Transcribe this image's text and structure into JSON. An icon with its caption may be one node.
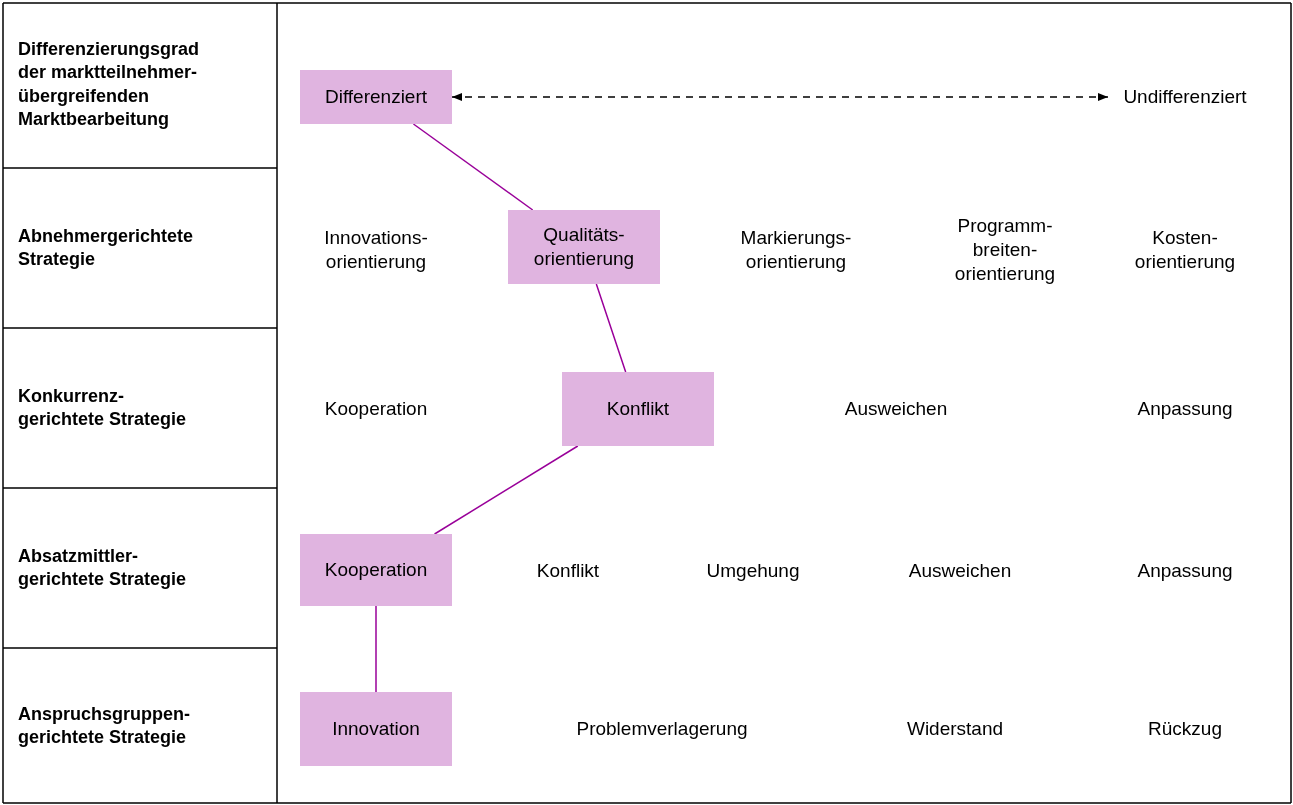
{
  "diagram": {
    "nodes": [
      {
        "text": [
          "Differenziert"
        ]
      },
      {
        "text": [
          "Undifferenziert"
        ]
      },
      {
        "text": [
          "Qualitäts- orientierung"
        ]
      },
      {
        "text": [
          "Konflikt"
        ]
      },
      {
        "text": [
          "Kooperation"
        ]
      },
      {
        "text": [
          "Innovation"
        ]
      }
    ],
    "edges": [
      {
        "from": 0,
        "to": 1,
        "arrow": "both",
        "style": "dashed",
        "color": "#000000"
      },
      {
        "from": 0,
        "to": 2,
        "arrow": "none"
      },
      {
        "from": 2,
        "to": 3,
        "arrow": "none"
      },
      {
        "from": 3,
        "to": 4,
        "arrow": "none"
      },
      {
        "from": 4,
        "to": 5,
        "arrow": "none"
      }
    ],
    "labels": [
      "Differenzierungsgrad der marktteilnehmer- übergreifenden Marktbearbeitung",
      "Abnehmergerichtete Strategie",
      "Innovations- orientierung",
      "Markierungs- orientierung",
      "Programm- breiten- orientierung",
      "Kosten- orientierung",
      "Konkurrenz- gerichtete Strategie",
      "Kooperation",
      "Ausweichen",
      "Anpassung",
      "Absatzmittler- gerichtete Strategie",
      "Konflikt",
      "Umgehung",
      "Ausweichen",
      "Anpassung",
      "Anspruchsgruppen- gerichtete Strategie",
      "Problemverlagerung",
      "Widerstand",
      "Rückzug"
    ]
  }
}
